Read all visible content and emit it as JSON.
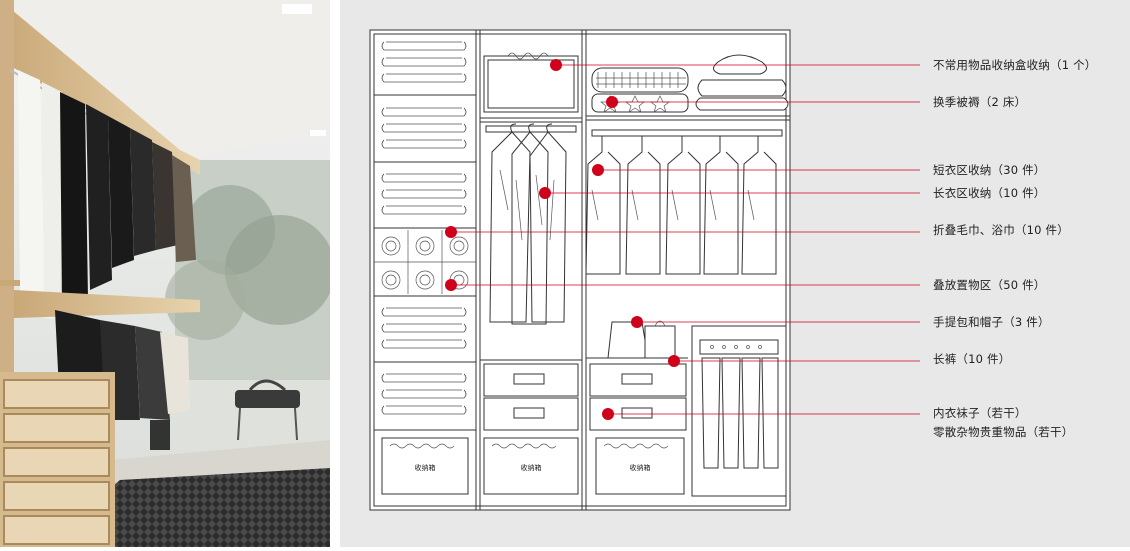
{
  "labels": [
    {
      "id": "storage-box",
      "text": "不常用物品收纳盒收纳（1 个）"
    },
    {
      "id": "bedding",
      "text": "换季被褥（2 床）"
    },
    {
      "id": "short-hanging",
      "text": "短衣区收纳（30 件）"
    },
    {
      "id": "long-hanging",
      "text": "长衣区收纳（10 件）"
    },
    {
      "id": "towels",
      "text": "折叠毛巾、浴巾（10 件）"
    },
    {
      "id": "folded",
      "text": "叠放置物区（50 件）"
    },
    {
      "id": "bags-hats",
      "text": "手提包和帽子（3 件）"
    },
    {
      "id": "trousers",
      "text": "长裤（10 件）"
    },
    {
      "id": "underwear",
      "text": "内衣袜子（若干）"
    },
    {
      "id": "misc",
      "text": "零散杂物贵重物品（若干）"
    }
  ],
  "box_label": "收纳箱",
  "colors": {
    "accent": "#d0021b",
    "panel": "#e8e8e8",
    "line": "#333333"
  }
}
